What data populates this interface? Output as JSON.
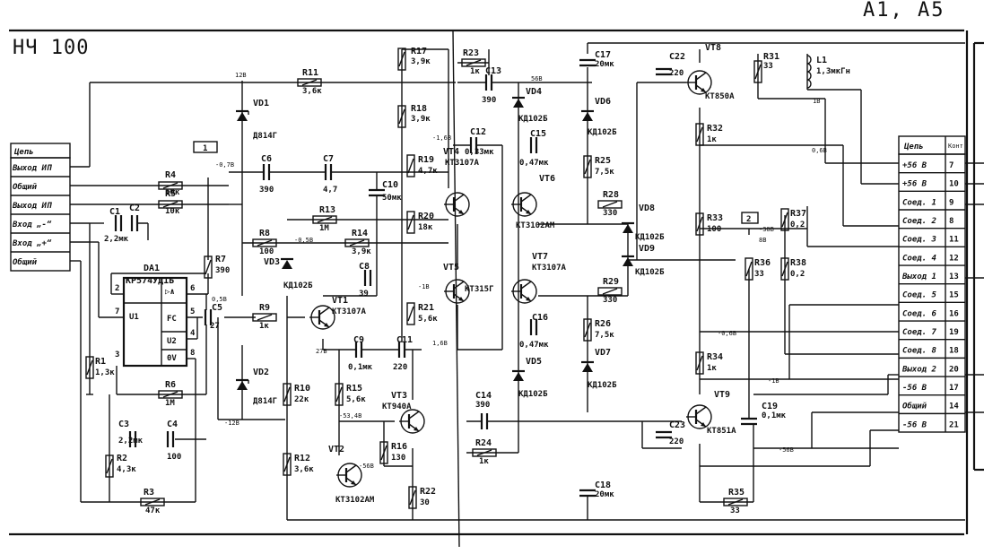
{
  "title": "НЧ 100",
  "sheet_ref": "А1, А5",
  "left_table": {
    "header": "Цепь",
    "rows": [
      "Выход ИП",
      "Общий",
      "Выход ИП",
      "Вход „-“",
      "Вход „+“",
      "Общий"
    ]
  },
  "right_table": {
    "header": [
      "Цепь",
      "Конт"
    ],
    "rows": [
      [
        "+56 В",
        "7"
      ],
      [
        "+56 В",
        "10"
      ],
      [
        "Соед. 1",
        "9"
      ],
      [
        "Соед. 2",
        "8"
      ],
      [
        "Соед. 3",
        "11"
      ],
      [
        "Соед. 4",
        "12"
      ],
      [
        "Выход 1",
        "13"
      ],
      [
        "Соед. 5",
        "15"
      ],
      [
        "Соед. 6",
        "16"
      ],
      [
        "Соед. 7",
        "19"
      ],
      [
        "Соед. 8",
        "18"
      ],
      [
        "Выход 2",
        "20"
      ],
      [
        "-56 В",
        "17"
      ],
      [
        "Общий",
        "14"
      ],
      [
        "-56 В",
        "21"
      ]
    ]
  },
  "ic": {
    "name": "DA1",
    "part": "КР574УД1Б",
    "pins": [
      "2",
      "7",
      "6",
      "5",
      "4",
      "3",
      "8"
    ],
    "cells": [
      "▷∧",
      "U1",
      "FC",
      "U2",
      "0V"
    ]
  },
  "components": [
    {
      "ref": "R1",
      "value": "1,3к"
    },
    {
      "ref": "R2",
      "value": "4,3к"
    },
    {
      "ref": "R3",
      "value": "47к"
    },
    {
      "ref": "R4",
      "value": "10к"
    },
    {
      "ref": "R5",
      "value": "10к"
    },
    {
      "ref": "R6",
      "value": "1М"
    },
    {
      "ref": "R7",
      "value": "390"
    },
    {
      "ref": "R8",
      "value": "100"
    },
    {
      "ref": "R9",
      "value": "1к"
    },
    {
      "ref": "R10",
      "value": "22к"
    },
    {
      "ref": "R11",
      "value": "3,6к"
    },
    {
      "ref": "R12",
      "value": "3,6к"
    },
    {
      "ref": "R13",
      "value": "1М"
    },
    {
      "ref": "R14",
      "value": "3,9к"
    },
    {
      "ref": "R15",
      "value": "5,6к"
    },
    {
      "ref": "R16",
      "value": "130"
    },
    {
      "ref": "R17",
      "value": "3,9к"
    },
    {
      "ref": "R18",
      "value": "3,9к"
    },
    {
      "ref": "R19",
      "value": "4,7к"
    },
    {
      "ref": "R20",
      "value": "18к"
    },
    {
      "ref": "R21",
      "value": "5,6к"
    },
    {
      "ref": "R22",
      "value": "30"
    },
    {
      "ref": "R23",
      "value": "1к"
    },
    {
      "ref": "R24",
      "value": "1к"
    },
    {
      "ref": "R25",
      "value": "7,5к"
    },
    {
      "ref": "R26",
      "value": "7,5к"
    },
    {
      "ref": "R28",
      "value": "330"
    },
    {
      "ref": "R29",
      "value": "330"
    },
    {
      "ref": "R31",
      "value": "33"
    },
    {
      "ref": "R32",
      "value": "1к"
    },
    {
      "ref": "R33",
      "value": "100"
    },
    {
      "ref": "R34",
      "value": "1к"
    },
    {
      "ref": "R35",
      "value": "33"
    },
    {
      "ref": "R36",
      "value": "33"
    },
    {
      "ref": "R37",
      "value": "0,2"
    },
    {
      "ref": "R38",
      "value": "0,2"
    },
    {
      "ref": "C1",
      "value": "2,2мк"
    },
    {
      "ref": "C2",
      "value": ""
    },
    {
      "ref": "C3",
      "value": "2,2мк"
    },
    {
      "ref": "C4",
      "value": "100"
    },
    {
      "ref": "C5",
      "value": "27"
    },
    {
      "ref": "C6",
      "value": "390"
    },
    {
      "ref": "C7",
      "value": "4,7"
    },
    {
      "ref": "C8",
      "value": "39"
    },
    {
      "ref": "C9",
      "value": "0,1мк"
    },
    {
      "ref": "C10",
      "value": "50мк"
    },
    {
      "ref": "C11",
      "value": "220"
    },
    {
      "ref": "C12",
      "value": "0,33мк"
    },
    {
      "ref": "C13",
      "value": "390"
    },
    {
      "ref": "C14",
      "value": "390"
    },
    {
      "ref": "C15",
      "value": "0,47мк"
    },
    {
      "ref": "C16",
      "value": "0,47мк"
    },
    {
      "ref": "C17",
      "value": "20мк"
    },
    {
      "ref": "C18",
      "value": "20мк"
    },
    {
      "ref": "C19",
      "value": "0,1мк"
    },
    {
      "ref": "C22",
      "value": "220"
    },
    {
      "ref": "C23",
      "value": "220"
    },
    {
      "ref": "L1",
      "value": "1,3мкГн"
    },
    {
      "ref": "VD1",
      "value": "Д814Г"
    },
    {
      "ref": "VD2",
      "value": "Д814Г"
    },
    {
      "ref": "VD3",
      "value": "КД102Б"
    },
    {
      "ref": "VD4",
      "value": "КД102Б"
    },
    {
      "ref": "VD5",
      "value": "КД102Б"
    },
    {
      "ref": "VD6",
      "value": "КД102Б"
    },
    {
      "ref": "VD7",
      "value": "КД102Б"
    },
    {
      "ref": "VD8",
      "value": "КД102Б"
    },
    {
      "ref": "VD9",
      "value": "КД102Б"
    },
    {
      "ref": "VT1",
      "value": "КТ3107А"
    },
    {
      "ref": "VT2",
      "value": "КТ3102АМ"
    },
    {
      "ref": "VT3",
      "value": "КТ940А"
    },
    {
      "ref": "VT4",
      "value": "КТ3107А"
    },
    {
      "ref": "VT5",
      "value": "КТ315Г"
    },
    {
      "ref": "VT6",
      "value": "КТ3102АМ"
    },
    {
      "ref": "VT7",
      "value": "КТ3107А"
    },
    {
      "ref": "VT8",
      "value": "КТ850А"
    },
    {
      "ref": "VT9",
      "value": "КТ851А"
    }
  ],
  "voltages": [
    "12В",
    "-0,7В",
    "0,5В",
    "-12В",
    "-1,6В",
    "1,6В",
    "-1В",
    "-0,5В",
    "27В",
    "-53,4В",
    "-56В",
    "56В",
    "1В",
    "0,6В",
    "-0,6В",
    "-38В",
    "8В",
    "-1В",
    "-56В"
  ],
  "markers": [
    "1",
    "2"
  ]
}
